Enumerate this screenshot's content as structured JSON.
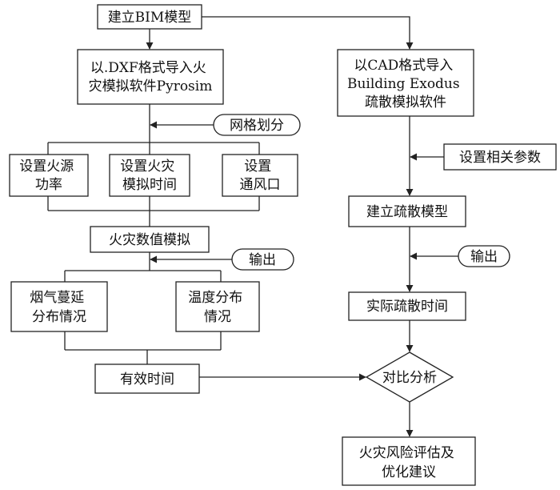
{
  "nodes": {
    "bim": "建立BIM模型",
    "import_dxf": [
      "以.DXF格式导入火",
      "灾模拟软件Pyrosim"
    ],
    "mesh": "网格划分",
    "fire_power": [
      "设置火源",
      "功率"
    ],
    "fire_time": [
      "设置火灾",
      "模拟时间"
    ],
    "vent": [
      "设置",
      "通风口"
    ],
    "fire_sim": "火灾数值模拟",
    "output_left": "输出",
    "smoke": [
      "烟气蔓延",
      "分布情况"
    ],
    "temperature": [
      "温度分布",
      "情况"
    ],
    "effective_time": "有效时间",
    "import_cad": [
      "以CAD格式导入",
      "Building Exodus",
      "疏散模拟软件"
    ],
    "params": "设置相关参数",
    "evac_model": "建立疏散模型",
    "output_right": "输出",
    "actual_time": "实际疏散时间",
    "compare": "对比分析",
    "assessment": [
      "火灾风险评估及",
      "优化建议"
    ]
  },
  "colors": {
    "stroke": "#222222",
    "text": "#111111",
    "background": "#ffffff"
  }
}
